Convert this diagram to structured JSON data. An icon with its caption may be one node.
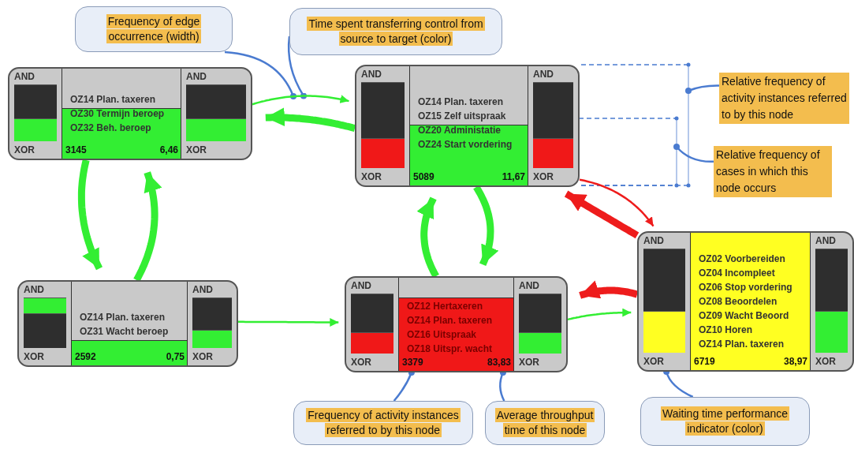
{
  "diagram": {
    "nodes": [
      {
        "text": [
          "Frequency of edge occurrence (width)"
        ]
      },
      {
        "text": [
          "Time spent transferring control from source to target (color)"
        ]
      },
      {
        "text": [
          "AND",
          "XOR",
          "OZ14 Plan. taxeren",
          "OZ30 Termijn beroep",
          "OZ32 Beh. beroep",
          "3145",
          "6,46",
          "AND",
          "XOR"
        ]
      },
      {
        "text": [
          "AND",
          "XOR",
          "OZ14 Plan. taxeren",
          "OZ15 Zelf uitspraak",
          "OZ20 Administatie",
          "OZ24 Start vordering",
          "5089",
          "11,67",
          "AND",
          "XOR"
        ]
      },
      {
        "text": [
          "Relative frequency of activity instances referred to by this node"
        ]
      },
      {
        "text": [
          "Relative frequency of cases in which this node occurs"
        ]
      },
      {
        "text": [
          "AND",
          "XOR",
          "OZ14 Plan. taxeren",
          "OZ31 Wacht beroep",
          "2592",
          "0,75",
          "AND",
          "XOR"
        ]
      },
      {
        "text": [
          "AND",
          "XOR",
          "OZ12 Hertaxeren",
          "OZ14 Plan. taxeren",
          "OZ16 Uitspraak",
          "OZ18 Uitspr. wacht",
          "3379",
          "83,83",
          "AND",
          "XOR"
        ]
      },
      {
        "text": [
          "AND",
          "XOR",
          "OZ02 Voorbereiden",
          "OZ04 Incompleet",
          "OZ06 Stop vordering",
          "OZ08 Beoordelen",
          "OZ09 Wacht Beoord",
          "OZ10 Horen",
          "OZ14 Plan. taxeren",
          "6719",
          "38,97",
          "AND",
          "XOR"
        ]
      },
      {
        "text": [
          "Frequency of activity instances referred to by this node"
        ]
      },
      {
        "text": [
          "Average throughput time of this node"
        ]
      },
      {
        "text": [
          "Waiting time performance indicator (color)"
        ]
      }
    ],
    "edges": [
      {
        "from": 0,
        "to": null,
        "arrow": "other",
        "color": "#4a7bd0"
      },
      {
        "from": 1,
        "to": null,
        "arrow": "other",
        "color": "#4a7bd0"
      },
      {
        "from": 2,
        "to": 3,
        "arrow": "to"
      },
      {
        "from": 3,
        "to": 2,
        "arrow": "to",
        "style": "thick"
      },
      {
        "from": 2,
        "to": 6,
        "arrow": "to",
        "style": "thick"
      },
      {
        "from": 6,
        "to": 2,
        "arrow": "to",
        "style": "thick"
      },
      {
        "from": 6,
        "to": 7,
        "arrow": "to"
      },
      {
        "from": 3,
        "to": 7,
        "arrow": "to",
        "style": "thick"
      },
      {
        "from": 7,
        "to": 3,
        "arrow": "to",
        "style": "thick"
      },
      {
        "from": 7,
        "to": 8,
        "arrow": "to"
      },
      {
        "from": 8,
        "to": 7,
        "arrow": "to",
        "style": "thick",
        "color": "#ee1c1c"
      },
      {
        "from": 8,
        "to": 3,
        "arrow": "to",
        "style": "thick",
        "color": "#ee1c1c"
      },
      {
        "from": 3,
        "to": 8,
        "arrow": "to",
        "color": "#ee1c1c"
      },
      {
        "from": 4,
        "to": null,
        "arrow": "other",
        "color": "#4a7bd0"
      },
      {
        "from": 5,
        "to": null,
        "arrow": "other",
        "color": "#4a7bd0"
      },
      {
        "from": 9,
        "to": 7,
        "arrow": "other",
        "color": "#4a7bd0"
      },
      {
        "from": 10,
        "to": 7,
        "arrow": "other",
        "color": "#4a7bd0"
      },
      {
        "from": 11,
        "to": 8,
        "arrow": "other",
        "color": "#4a7bd0"
      }
    ]
  }
}
